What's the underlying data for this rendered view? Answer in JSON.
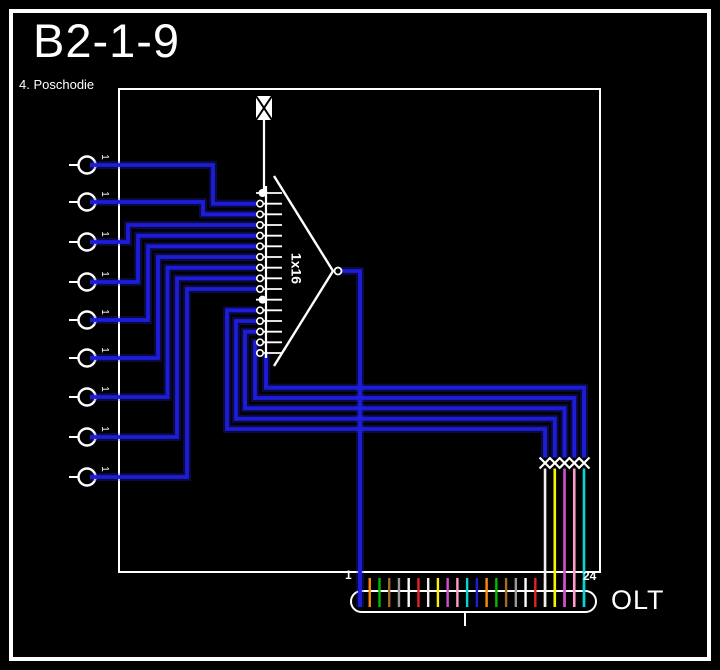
{
  "header": {
    "title": "B2-1-9",
    "subtitle": "4. Poschodie"
  },
  "outlets": {
    "count": 9,
    "port_label": "1"
  },
  "splitter": {
    "label": "1x16",
    "port_count": 16,
    "outlet_output_ports": [
      2,
      3,
      4,
      5,
      6,
      7,
      8,
      9,
      10
    ],
    "spliced_output_ports": [
      12,
      13,
      14,
      15,
      16
    ],
    "marked_ports": [
      1,
      11
    ]
  },
  "olt": {
    "label": "OLT",
    "port_count": 24,
    "first_port_label": "1",
    "last_port_label": "24",
    "fiber_colors": [
      "blue",
      "orange",
      "green",
      "brown",
      "slate",
      "white",
      "red",
      "black",
      "yellow",
      "violet",
      "rose",
      "aqua",
      "blue",
      "orange",
      "green",
      "brown",
      "slate",
      "white",
      "red",
      "black",
      "yellow",
      "violet",
      "rose",
      "aqua"
    ],
    "spliced_ports": [
      20,
      21,
      22,
      23,
      24
    ],
    "feed_port": 1
  },
  "colors": {
    "background": "#000000",
    "foreground": "#ffffff",
    "cable": "#1d1dd9",
    "cable_glow": "#2323e8",
    "fiber": {
      "blue": "#1d1de0",
      "orange": "#ff8c00",
      "green": "#00bb00",
      "brown": "#a06a28",
      "slate": "#9a9a9a",
      "white": "#ffffff",
      "red": "#e42222",
      "black": "#f0f0f0",
      "yellow": "#f5f500",
      "violet": "#d24fd2",
      "rose": "#ff9cc8",
      "aqua": "#00d8d8"
    }
  }
}
